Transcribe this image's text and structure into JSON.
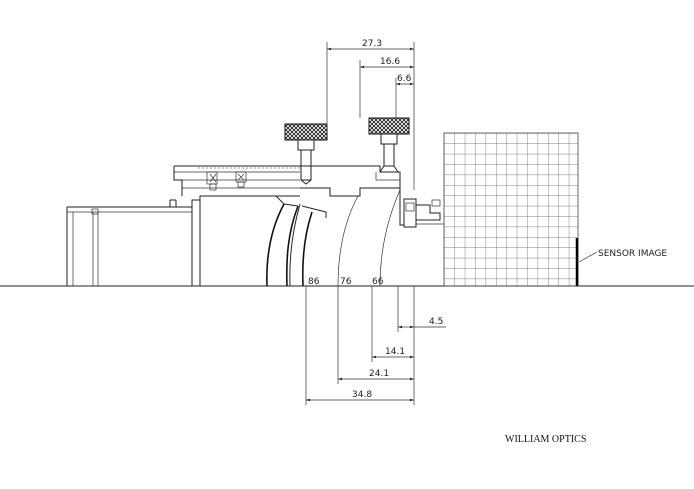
{
  "dimensions": {
    "top": [
      "27.3",
      "16.6",
      "6.6"
    ],
    "bottom": [
      "4.5",
      "14.1",
      "24.1",
      "34.8"
    ]
  },
  "ring_labels": [
    "86",
    "76",
    "66"
  ],
  "sensor_label": "SENSOR IMAGE",
  "brand": "WILLIAM OPTICS"
}
